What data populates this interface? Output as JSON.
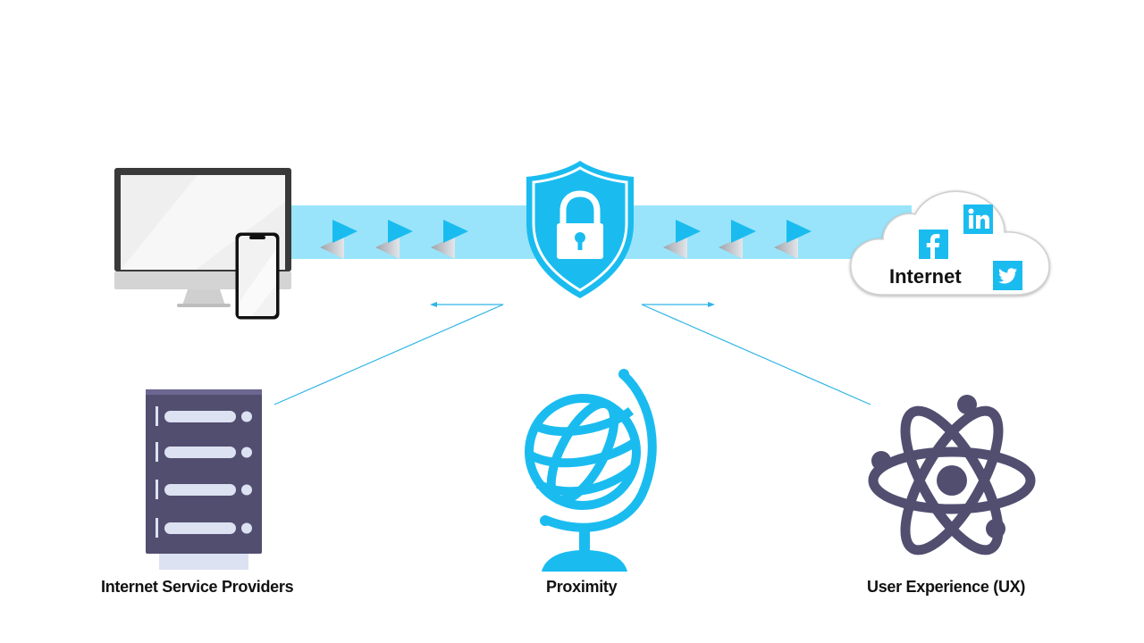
{
  "cloud": {
    "label": "Internet"
  },
  "items": [
    {
      "label": "Internet Service Providers",
      "icon": "server-rack-icon"
    },
    {
      "label": "Proximity",
      "icon": "globe-icon"
    },
    {
      "label": "User Experience (UX)",
      "icon": "atom-icon"
    }
  ],
  "colors": {
    "accent": "#1ABCF0",
    "band": "#99E4FA",
    "server": "#524E70",
    "server_light": "#DDE2F2",
    "arrow_back": "#B8BCC4",
    "line": "#2FB5E6"
  },
  "icons": [
    "monitor-icon",
    "smartphone-icon",
    "shield-lock-icon",
    "cloud-icon",
    "linkedin-icon",
    "facebook-icon",
    "twitter-icon"
  ]
}
